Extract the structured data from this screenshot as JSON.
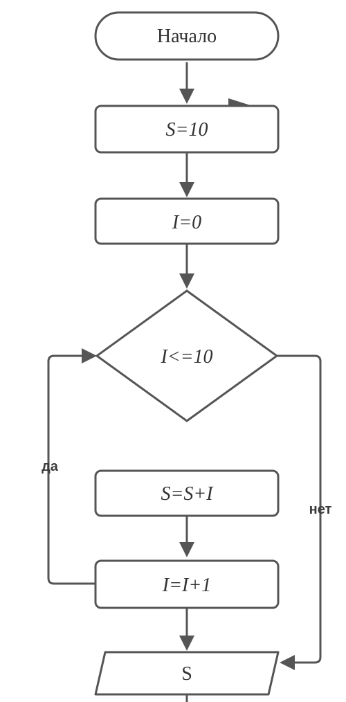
{
  "diagram": {
    "start": "Начало",
    "init_s": "S=10",
    "init_i": "I=0",
    "condition": "I<=10",
    "body_sum": "S=S+I",
    "body_inc": "I=I+1",
    "output": "S",
    "yes_label": "да",
    "no_label": "нет"
  }
}
